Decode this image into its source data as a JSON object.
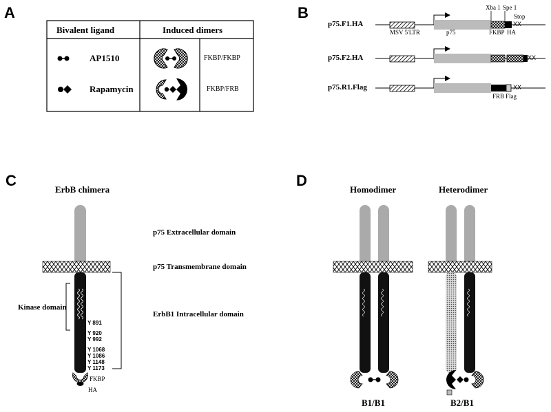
{
  "panels": {
    "a": {
      "letter": "A",
      "header_ligand": "Bivalent ligand",
      "header_dimers": "Induced dimers",
      "rows": [
        {
          "ligand": "AP1510",
          "dimer": "FKBP/FKBP"
        },
        {
          "ligand": "Rapamycin",
          "dimer": "FKBP/FRB"
        }
      ]
    },
    "b": {
      "letter": "B",
      "constructs": [
        {
          "name": "p75.F1.HA"
        },
        {
          "name": "p75.F2.HA"
        },
        {
          "name": "p75.R1.Flag"
        }
      ],
      "labels": {
        "msv": "MSV 5'LTR",
        "p75": "p75",
        "fkbp": "FKBP",
        "ha": "HA",
        "xba": "Xba 1",
        "spe": "Spe 1",
        "stop": "Stop",
        "xx": "XX",
        "frb": "FRB",
        "flag": "Flag"
      }
    },
    "c": {
      "letter": "C",
      "title": "ErbB chimera",
      "extracellular": "p75 Extracellular domain",
      "transmembrane": "p75 Transmembrane domain",
      "intracellular": "ErbB1 Intracellular domain",
      "kinase": "Kinase domain",
      "tyrosines": [
        "Y 891",
        "Y 920",
        "Y 992",
        "Y 1068",
        "Y 1086",
        "Y 1148",
        "Y 1173"
      ],
      "fkbp": "FKBP",
      "ha": "HA"
    },
    "d": {
      "letter": "D",
      "homodimer": "Homodimer",
      "heterodimer": "Heterodimer",
      "homo_label": "B1/B1",
      "hetero_label": "B2/B1"
    }
  }
}
